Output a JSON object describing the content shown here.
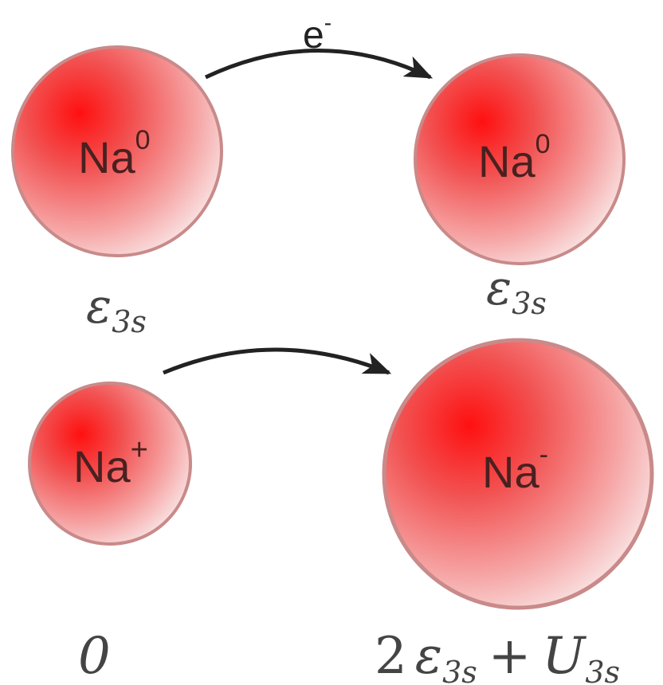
{
  "colors": {
    "atom_core": "#ff1a1a",
    "atom_mid": "#f26a6a",
    "atom_edge": "#f7d0d0",
    "atom_outline": "#c98a8a",
    "arrow": "#222222",
    "text": "#4a2020"
  },
  "top_transfer": {
    "electron_label": "e",
    "electron_sup": "-"
  },
  "atoms": {
    "top_left": {
      "base": "Na",
      "charge": "0"
    },
    "top_right": {
      "base": "Na",
      "charge": "0"
    },
    "bottom_left": {
      "base": "Na",
      "charge": "+"
    },
    "bottom_right": {
      "base": "Na",
      "charge": "-"
    }
  },
  "energies": {
    "top_left": {
      "symbol": "ε",
      "sub": "3s"
    },
    "top_right": {
      "symbol": "ε",
      "sub": "3s"
    },
    "bottom_left": {
      "value": "0"
    },
    "bottom_right": {
      "coef": "2",
      "symbol": "ε",
      "sub1": "3s",
      "plus": "+",
      "u_symbol": "U",
      "sub2": "3s"
    }
  }
}
